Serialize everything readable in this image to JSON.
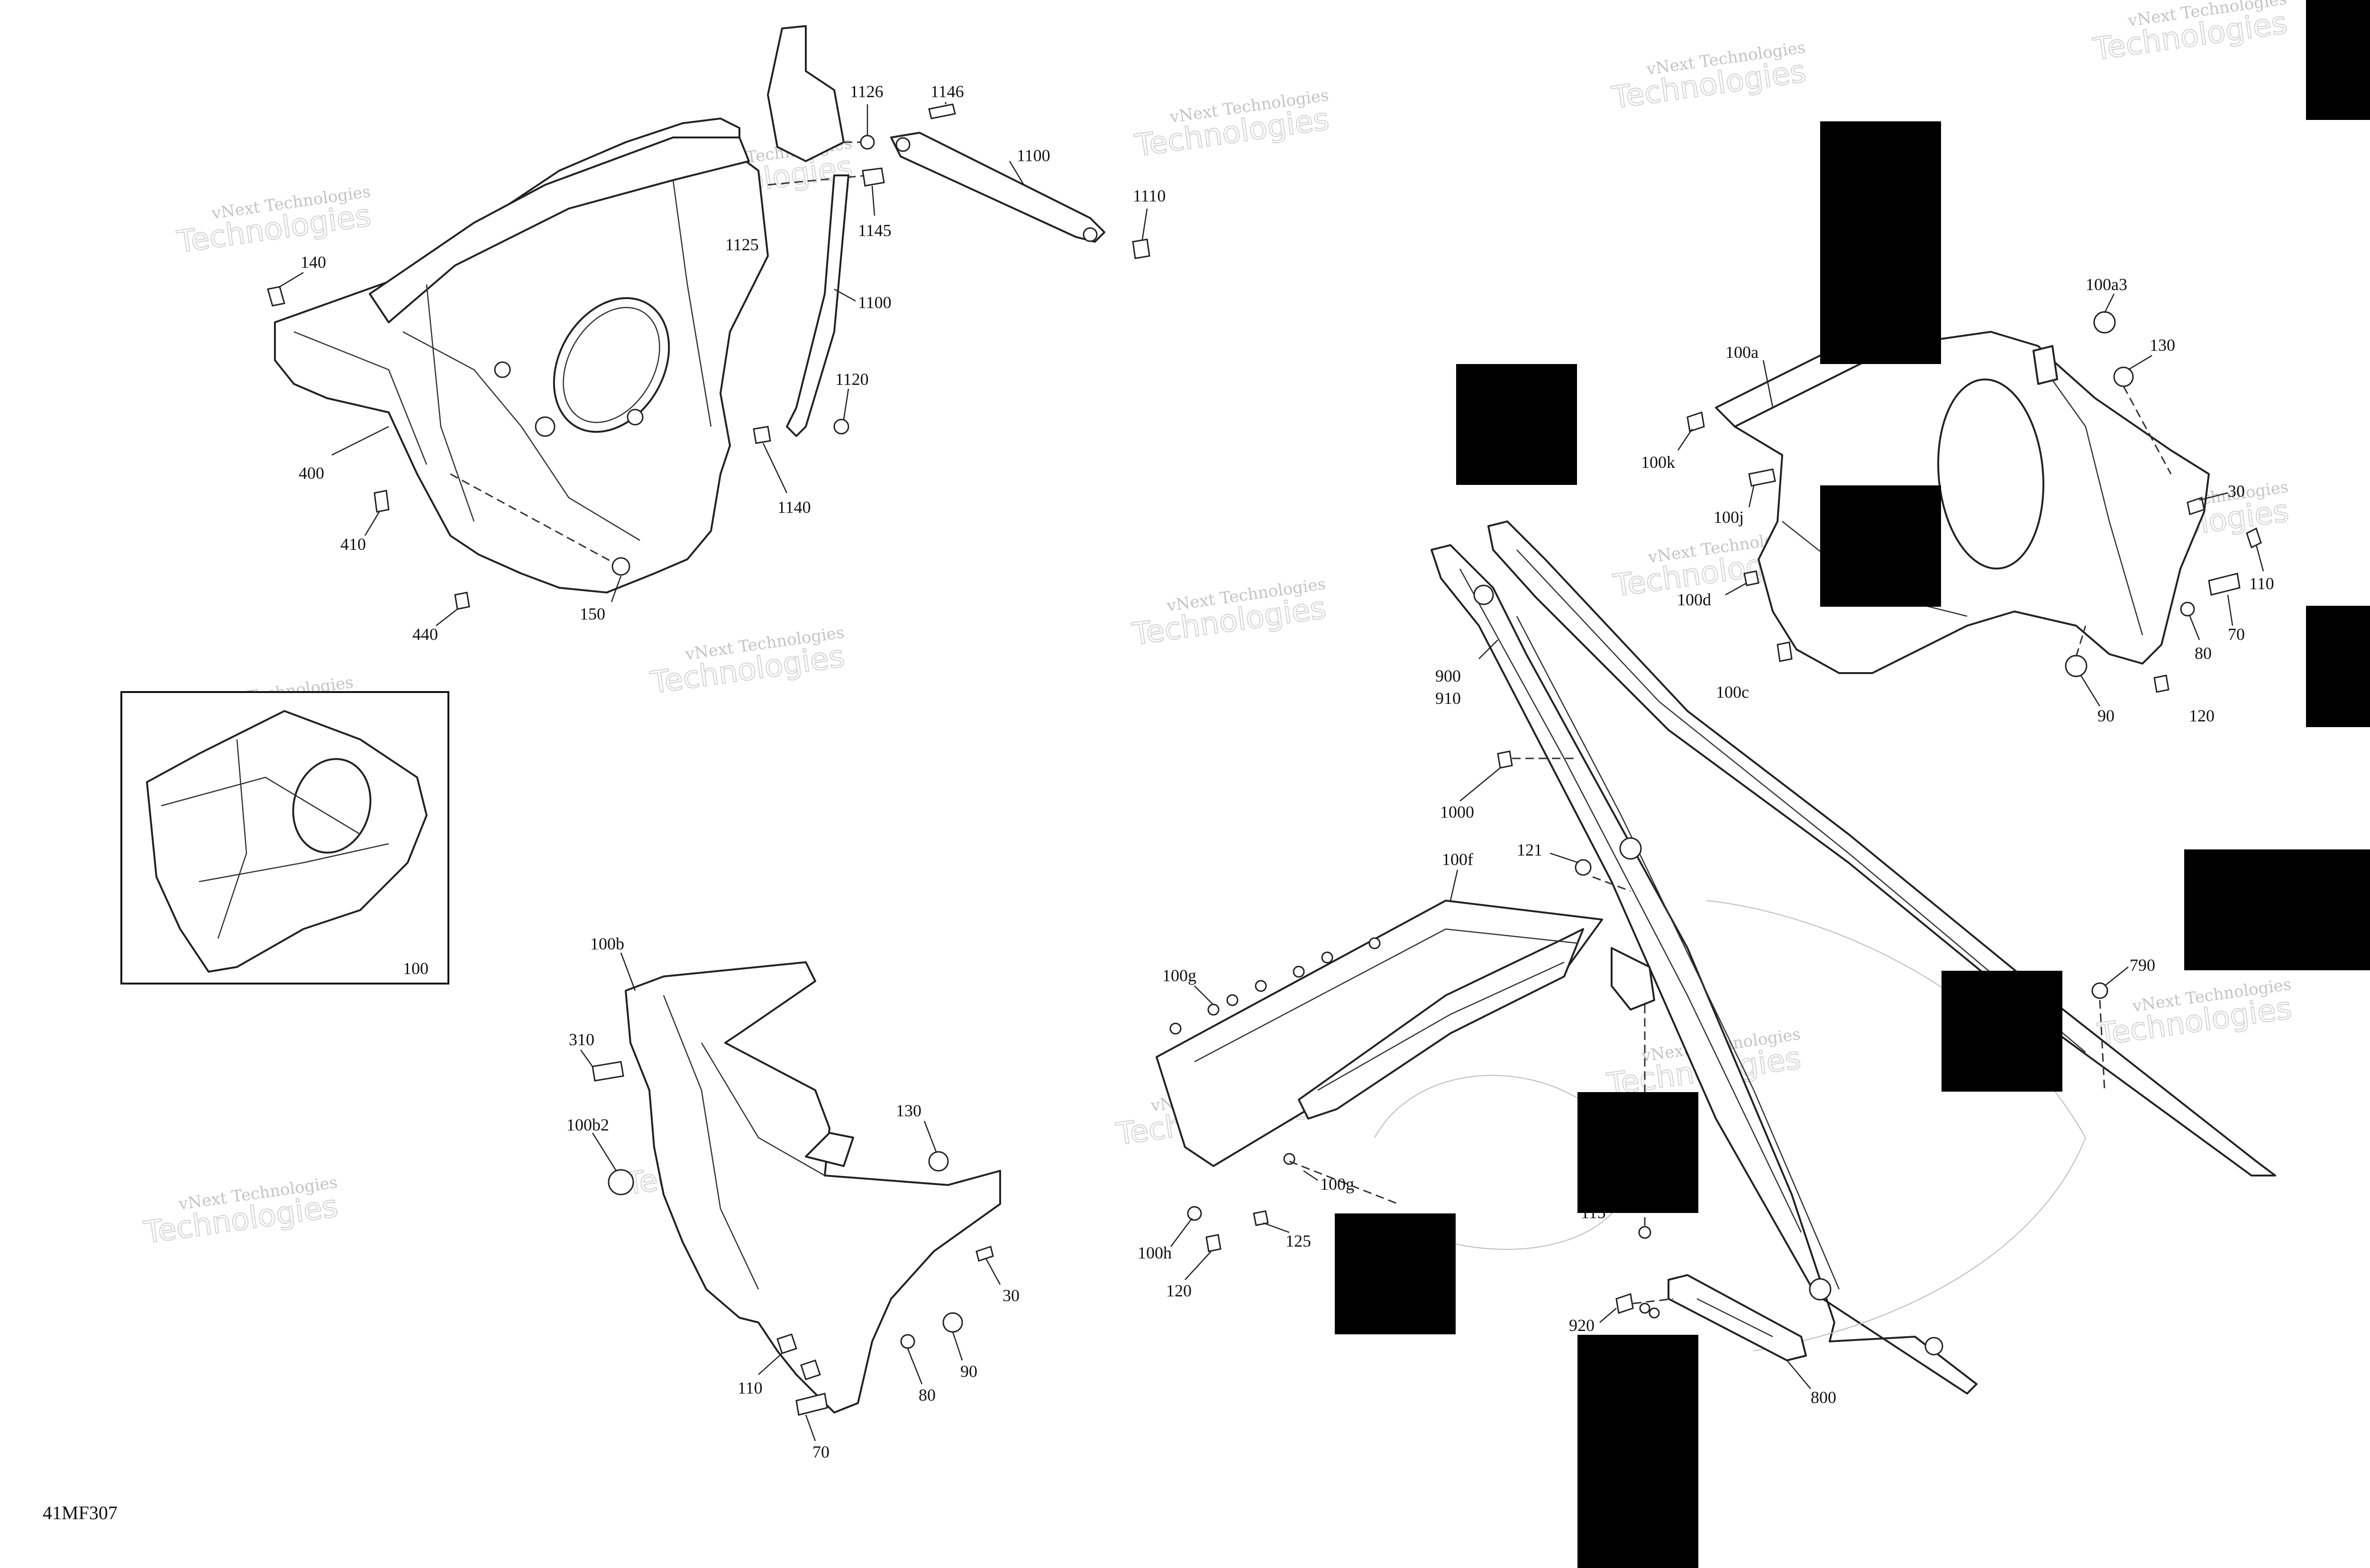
{
  "page": {
    "figure_code": "41MF307"
  },
  "watermark": {
    "line1": "vNext",
    "line2": "Technologies",
    "full": "vNext Technologies"
  },
  "inset": {
    "label": "100"
  },
  "callouts": {
    "c1126": "1126",
    "c1146": "1146",
    "c1100a": "1100",
    "c1110": "1110",
    "c1145": "1145",
    "c1125": "1125",
    "c1100b": "1100",
    "c1120": "1120",
    "c1140": "1140",
    "c140": "140",
    "c400": "400",
    "c410": "410",
    "c150": "150",
    "c440": "440",
    "c100b": "100b",
    "c310": "310",
    "c100b2": "100b2",
    "c130l": "130",
    "c30l": "30",
    "c90l": "90",
    "c80l": "80",
    "c110l": "110",
    "c70l": "70",
    "c100a3": "100a3",
    "c130r": "130",
    "c100a": "100a",
    "c100k": "100k",
    "c100j": "100j",
    "c30r": "30",
    "c110r": "110",
    "c100d": "100d",
    "c70r": "70",
    "c80r": "80",
    "c100c": "100c",
    "c90r": "90",
    "c120r": "120",
    "c900": "900",
    "c910": "910",
    "c1000": "1000",
    "c121": "121",
    "c100f": "100f",
    "c100g1": "100g",
    "c100g2": "100g",
    "c790": "790",
    "c115": "115",
    "c125": "125",
    "c100h": "100h",
    "c120b": "120",
    "c920": "920",
    "c800": "800"
  }
}
